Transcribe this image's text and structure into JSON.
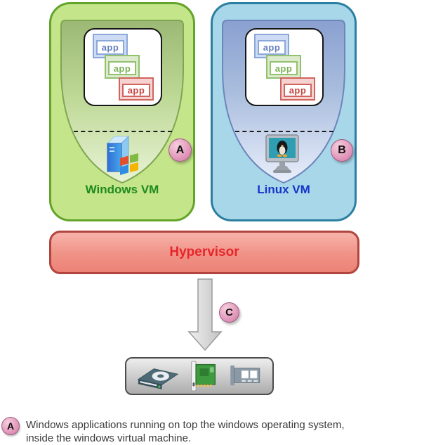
{
  "vms": [
    {
      "name": "Windows VM",
      "badge": "A",
      "os_icon": "windows-logo-icon",
      "apps": [
        "app",
        "app",
        "app"
      ]
    },
    {
      "name": "Linux VM",
      "badge": "B",
      "os_icon": "linux-tux-monitor-icon",
      "apps": [
        "app",
        "app",
        "app"
      ]
    }
  ],
  "hypervisor_label": "Hypervisor",
  "flow_badge": "C",
  "hardware": {
    "icons": [
      "optical-drive-icon",
      "pci-card-icon",
      "expansion-card-icon"
    ]
  },
  "legend": [
    {
      "badge": "A",
      "text": "Windows applications running on top the windows operating system, inside the windows virtual machine."
    }
  ],
  "colors": {
    "windows_vm_fill": "#c4e58a",
    "windows_vm_border": "#63a42a",
    "windows_label": "#1f8b1f",
    "linux_vm_fill": "#a9d7ea",
    "linux_vm_border": "#2a7fa0",
    "linux_label": "#1536c8",
    "hypervisor_fill": "#f09286",
    "hypervisor_border": "#b2453f",
    "hypervisor_text": "#e6262b",
    "badge_pink": "#e49dbe",
    "app_blue": "#8ba8da",
    "app_green": "#94c16e",
    "app_red": "#d0655f"
  }
}
